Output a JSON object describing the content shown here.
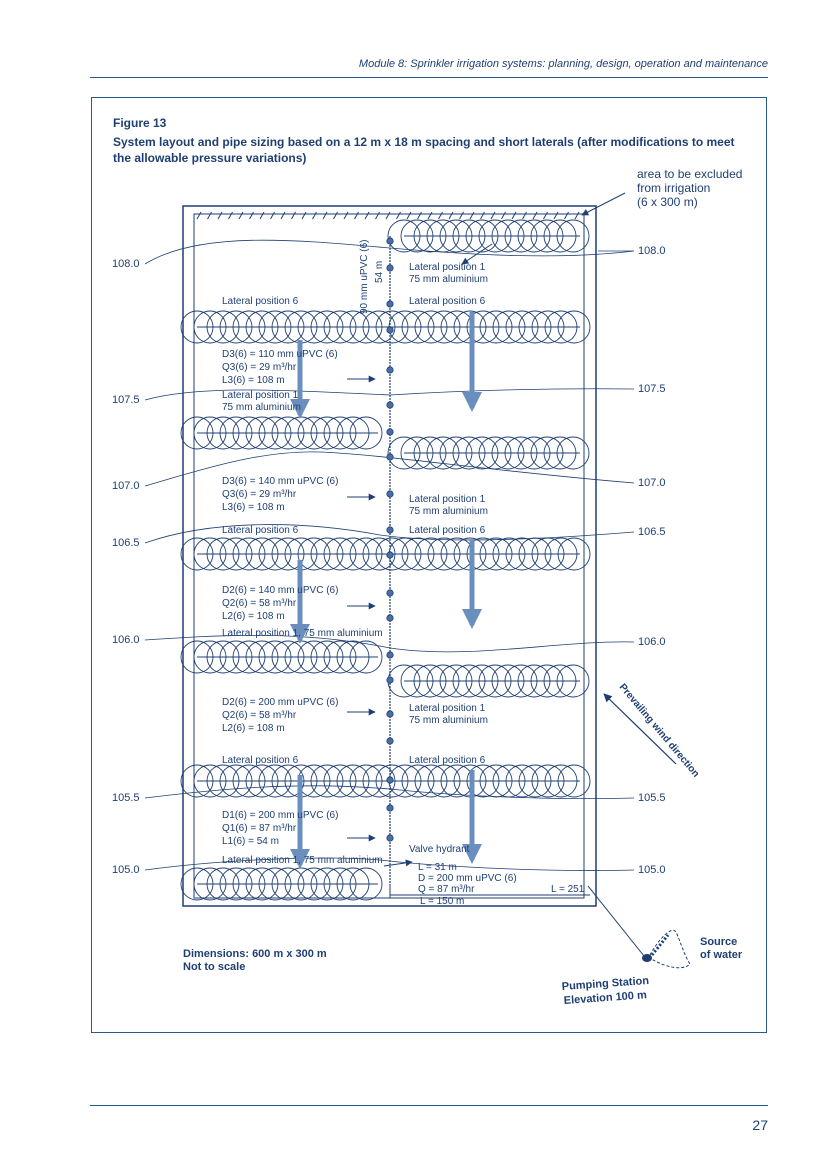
{
  "header": {
    "running_title": "Module 8: Sprinkler irrigation systems: planning, design, operation and maintenance"
  },
  "footer": {
    "page_number": "27"
  },
  "figure": {
    "label": "Figure 13",
    "caption": "System layout and pipe sizing based on a 12 m x 18 m spacing and short laterals (after modifications to meet the allowable pressure variations)"
  },
  "colors": {
    "ink": "#1f3f73",
    "line": "#2a5a8c",
    "arrow": "#6a8fbf"
  },
  "labels": {
    "excluded_area": [
      "area to be excluded",
      "from irrigation",
      "(6 x 300 m)"
    ],
    "mainline_vertical_1": "90 mm uPVC (6)",
    "mainline_vertical_2": "54 m",
    "lat_pos1_a": "Lateral position 1",
    "lat_alu_a": "75 mm aluminium",
    "lat_pos6_a_left": "Lateral position 6",
    "lat_pos6_a_right": "Lateral position 6",
    "d3a": "D3(6) = 110 mm uPVC (6)",
    "q3a": "Q3(6) = 29 m³/hr",
    "l3a": "L3(6) = 108 m",
    "lat_pos1_b": "Lateral position 1",
    "lat_alu_b": "75 mm aluminium",
    "d3b": "D3(6) = 140 mm uPVC (6)",
    "q3b": "Q3(6) = 29 m³/hr",
    "l3b": "L3(6) = 108 m",
    "lat_pos1_c": "Lateral position 1",
    "lat_alu_c": "75 mm aluminium",
    "lat_pos6_b_left": "Lateral position 6",
    "lat_pos6_b_right": "Lateral position 6",
    "d2a": "D2(6) = 140 mm uPVC (6)",
    "q2a": "Q2(6) = 58 m³/hr",
    "l2a": "L2(6) = 108 m",
    "lat_pos1_d": "Lateral position 1, 75 mm aluminium",
    "d2b": "D2(6) = 200 mm uPVC (6)",
    "q2b": "Q2(6) = 58 m³/hr",
    "l2b": "L2(6)  = 108 m",
    "lat_pos1_e": "Lateral position 1",
    "lat_alu_e": "75 mm aluminium",
    "lat_pos6_c_left": "Lateral position 6",
    "lat_pos6_c_right": "Lateral position 6",
    "d1": "D1(6) = 200 mm uPVC (6)",
    "q1": "Q1(6) = 87 m³/hr",
    "l1": "L1(6)  = 54 m",
    "valve_hydrant": "Valve hydrant",
    "lat_pos1_f": "Lateral position 1, 75 mm aluminium",
    "supply_l": "L = 31 m",
    "supply_d": "D = 200 mm uPVC (6)",
    "supply_q": "Q = 87 m³/hr",
    "supply_l2": "L = 150 m",
    "supply_l3": "L = 251",
    "prevailing_wind": "Prevailing wind direction",
    "dimensions": "Dimensions: 600 m x 300 m",
    "not_to_scale": "Not to scale",
    "source_water_1": "Source",
    "source_water_2": "of water",
    "pumping_station_1": "Pumping Station",
    "pumping_station_2": "Elevation 100 m"
  },
  "contours": {
    "left": [
      "108.0",
      "107.5",
      "107.0",
      "106.5",
      "106.0",
      "105.5",
      "105.0"
    ],
    "right": [
      "108.0",
      "107.5",
      "107.0",
      "106.5",
      "106.0",
      "105.5",
      "105.0"
    ]
  }
}
